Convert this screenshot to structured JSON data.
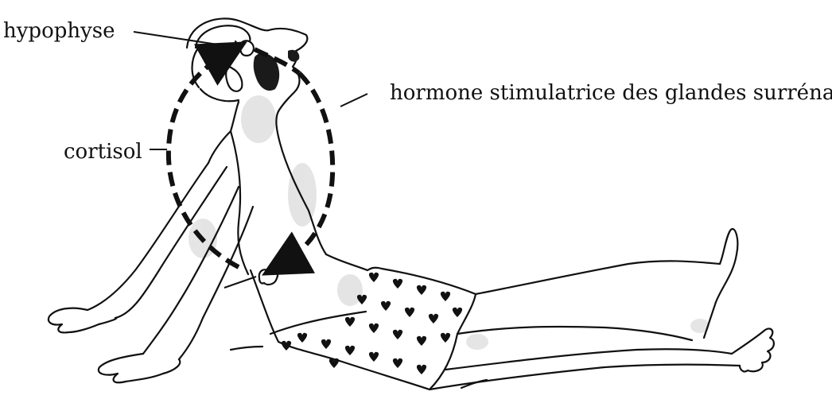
{
  "labels": {
    "hypophyse": "hypophyse",
    "hormone": "hormone stimulatrice des glandes surrénales",
    "cortisol": "cortisol"
  },
  "colors": {
    "ink": "#111111",
    "shading": "#c8c8c8",
    "hair": "#1a1a1a"
  }
}
